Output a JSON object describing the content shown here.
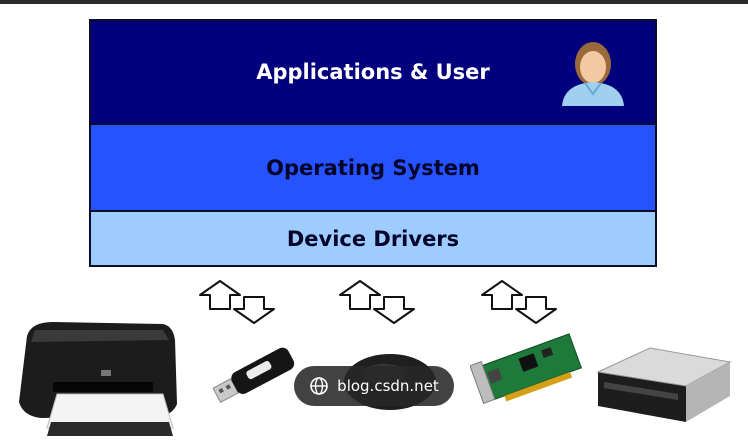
{
  "layers": {
    "apps": "Applications & User",
    "os": "Operating System",
    "drivers": "Device Drivers"
  },
  "watermark": "blog.csdn.net",
  "icons": {
    "user": "user-icon",
    "arrows": "up-down-arrows-icon",
    "devices": [
      "printer-icon",
      "usb-drive-icon",
      "mouse-icon",
      "network-card-icon",
      "dvd-drive-icon"
    ],
    "globe": "globe-icon"
  },
  "colors": {
    "apps": "#02007c",
    "os": "#2453ff",
    "drivers": "#9fccff"
  }
}
